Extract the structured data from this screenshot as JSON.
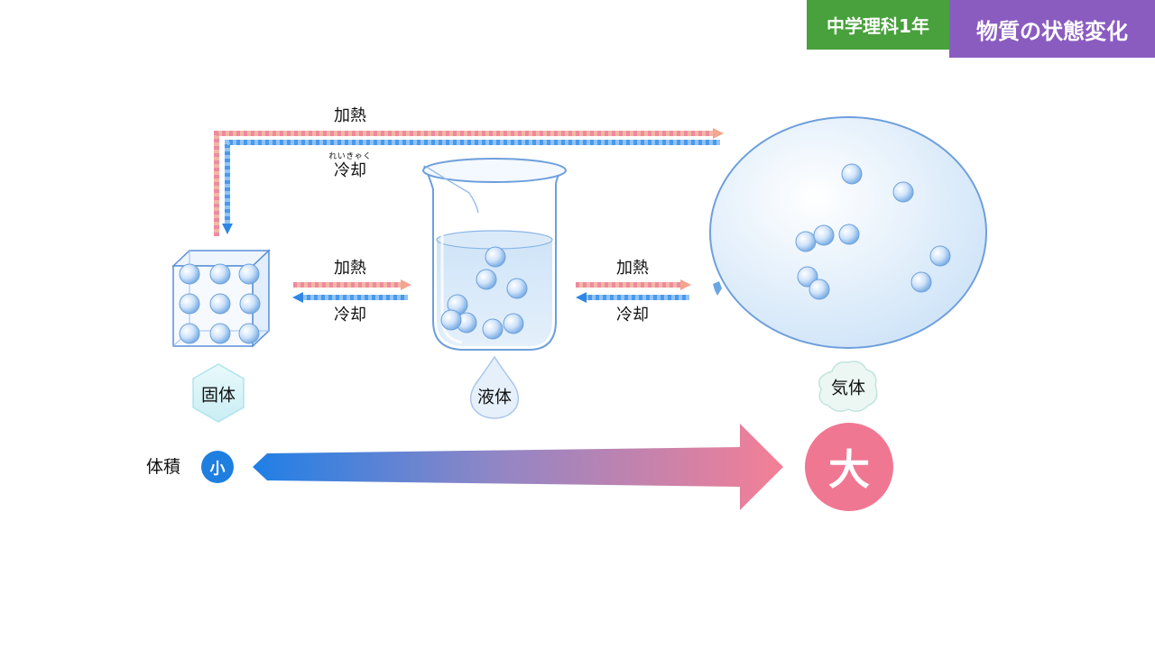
{
  "header": {
    "grade": "中学理科1年",
    "unit": "物質の状態変化"
  },
  "arrows": {
    "top": {
      "heat": "加熱",
      "cool": "冷却",
      "cool_ruby": "れいきゃく"
    },
    "solid_liquid": {
      "heat": "加熱",
      "cool": "冷却"
    },
    "liquid_gas": {
      "heat": "加熱",
      "cool": "冷却"
    }
  },
  "states": {
    "solid": "固体",
    "liquid": "液体",
    "gas": "気体"
  },
  "volume": {
    "label": "体積",
    "small": "小",
    "large": "大"
  },
  "colors": {
    "heat": "#f4a98a",
    "cool": "#2f86e6",
    "grade_badge": "#48a13c",
    "unit_badge": "#8a5cc0",
    "small_circle": "#1f7fe0",
    "large_circle": "#f07792"
  }
}
